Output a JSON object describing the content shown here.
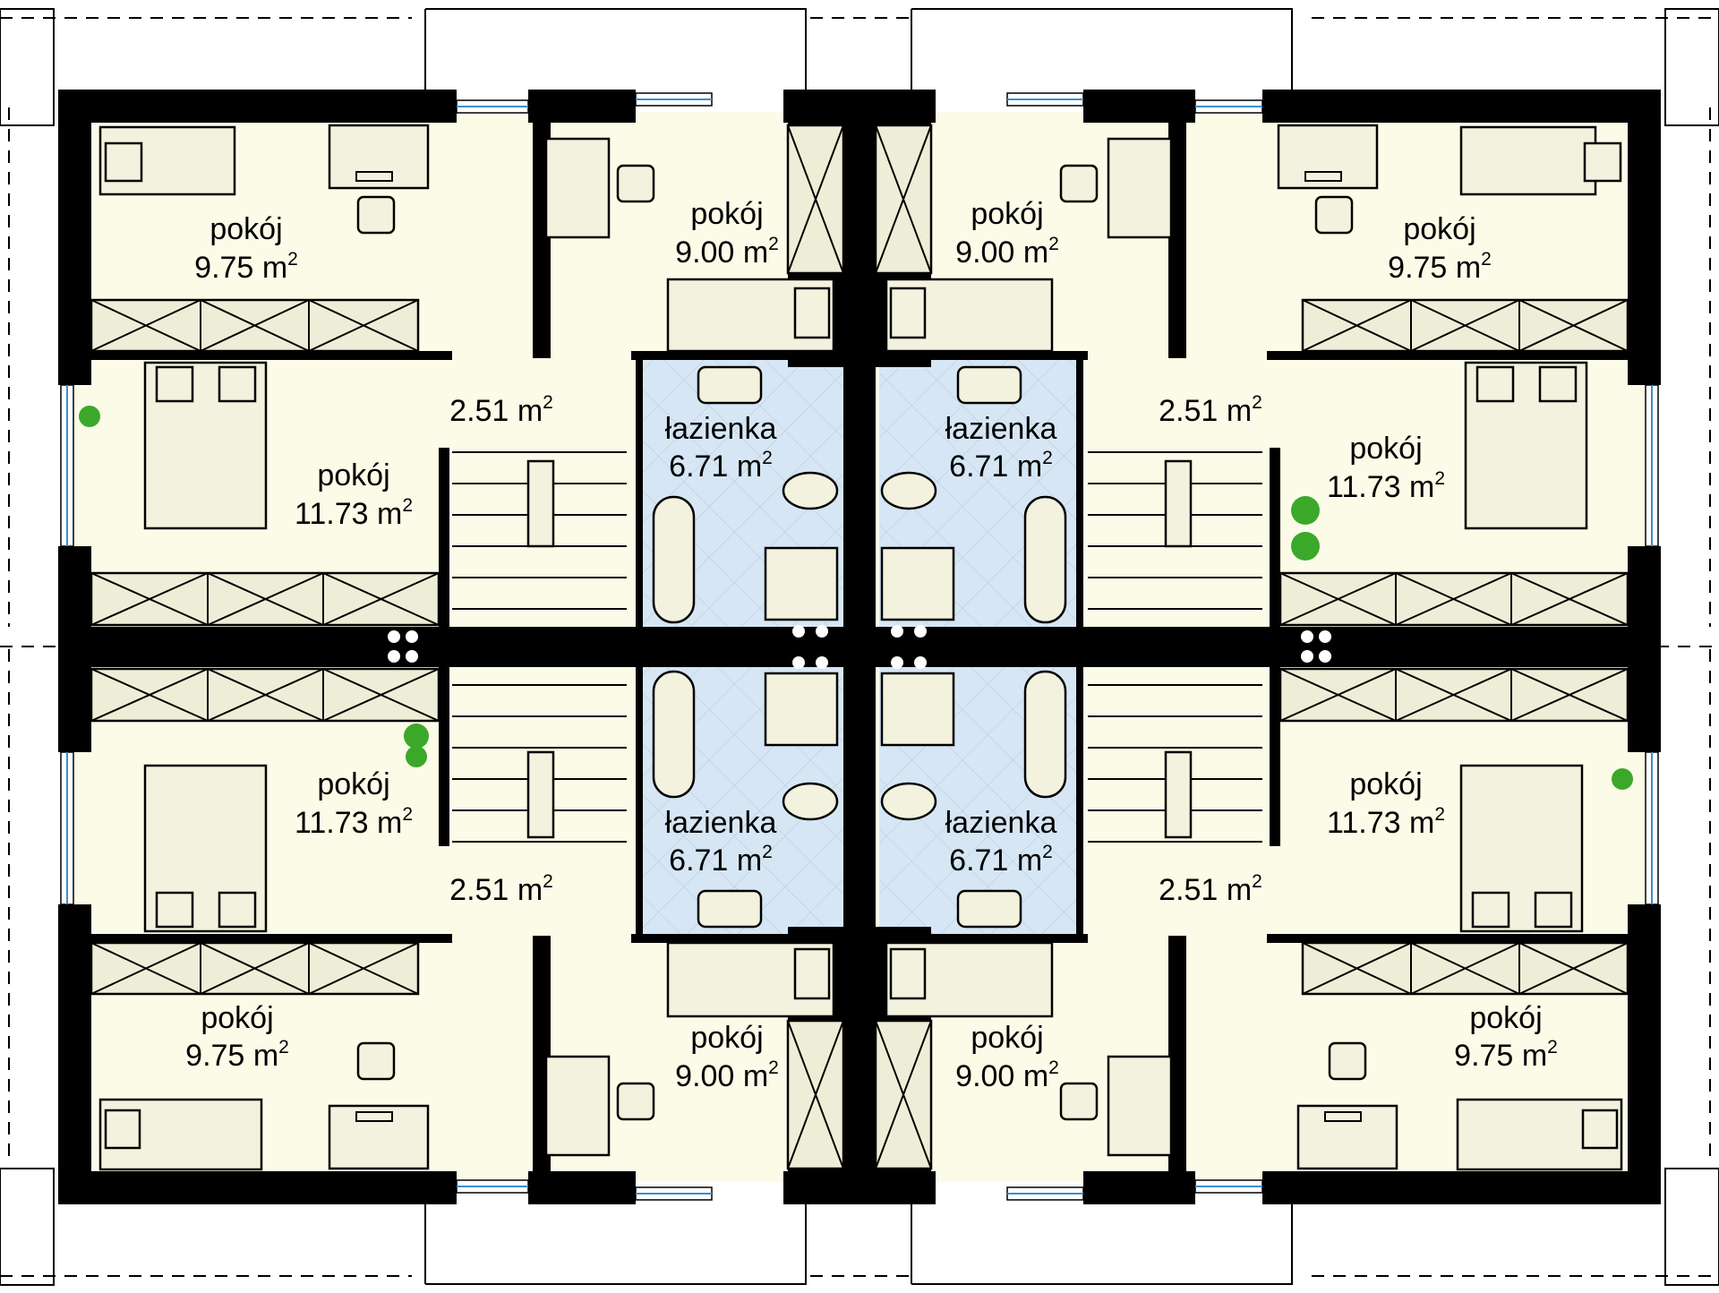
{
  "plan": {
    "unit": "m",
    "rooms": [
      {
        "name": "pokój",
        "area": "9.75"
      },
      {
        "name": "pokój",
        "area": "9.00"
      },
      {
        "name": "pokój",
        "area": "9.00"
      },
      {
        "name": "pokój",
        "area": "9.75"
      },
      {
        "name": "pokój",
        "area": "11.73"
      },
      {
        "name": "",
        "area": "2.51"
      },
      {
        "name": "łazienka",
        "area": "6.71"
      },
      {
        "name": "łazienka",
        "area": "6.71"
      },
      {
        "name": "",
        "area": "2.51"
      },
      {
        "name": "pokój",
        "area": "11.73"
      },
      {
        "name": "pokój",
        "area": "11.73"
      },
      {
        "name": "łazienka",
        "area": "6.71"
      },
      {
        "name": "łazienka",
        "area": "6.71"
      },
      {
        "name": "pokój",
        "area": "11.73"
      },
      {
        "name": "",
        "area": "2.51"
      },
      {
        "name": "",
        "area": "2.51"
      },
      {
        "name": "pokój",
        "area": "9.75"
      },
      {
        "name": "pokój",
        "area": "9.00"
      },
      {
        "name": "pokój",
        "area": "9.00"
      },
      {
        "name": "pokój",
        "area": "9.75"
      }
    ],
    "colors": {
      "wall": "#000000",
      "floor": "#fbfbe8",
      "bathroom_tile": "#d6e6f4",
      "window_glass": "#3a8fd0",
      "plant": "#3ca82a"
    }
  }
}
